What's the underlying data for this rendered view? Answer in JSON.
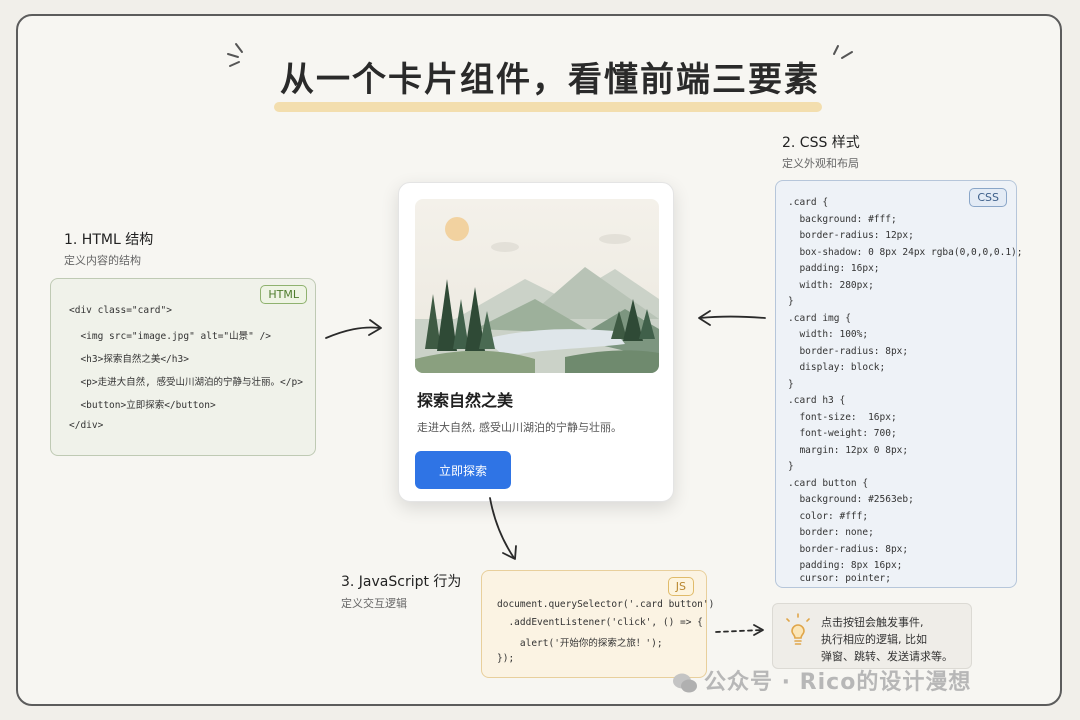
{
  "title": "从一个卡片组件，看懂前端三要素",
  "html_section": {
    "title": "1. HTML 结构",
    "subtitle": "定义内容的结构",
    "badge": "HTML",
    "code": [
      "<div class=\"card\">",
      "  <img src=\"image.jpg\" alt=\"山景\" />",
      "  <h3>探索自然之美</h3>",
      "  <p>走进大自然, 感受山川湖泊的宁静与壮丽。</p>",
      "  <button>立即探索</button>",
      "</div>"
    ]
  },
  "css_section": {
    "title": "2. CSS 样式",
    "subtitle": "定义外观和布局",
    "badge": "CSS",
    "code": [
      ".card {",
      "  background: #fff;",
      "  border-radius: 12px;",
      "  box-shadow: 0 8px 24px rgba(0,0,0,0.1);",
      "  padding: 16px;",
      "  width: 280px;",
      "}",
      ".card img {",
      "  width: 100%;",
      "  border-radius: 8px;",
      "  display: block;",
      "}",
      ".card h3 {",
      "  font-size:  16px;",
      "  font-weight: 700;",
      "  margin: 12px 0 8px;",
      "}",
      ".card button {",
      "  background: #2563eb;",
      "  color: #fff;",
      "  border: none;",
      "  border-radius: 8px;",
      "  padding: 8px 16px;",
      "  cursor: pointer;",
      "}"
    ]
  },
  "js_section": {
    "title": "3. JavaScript 行为",
    "subtitle": "定义交互逻辑",
    "badge": "JS",
    "code": [
      "document.querySelector('.card button')",
      "  .addEventListener('click', () => {",
      "    alert('开始你的探索之旅！');",
      "});"
    ]
  },
  "card": {
    "heading": "探索自然之美",
    "description": "走进大自然, 感受山川湖泊的宁静与壮丽。",
    "button_label": "立即探索"
  },
  "tip": {
    "icon": "lightbulb-icon",
    "lines": [
      "点击按钮会触发事件,",
      "执行相应的逻辑, 比如",
      "弹窗、跳转、发送请求等。"
    ]
  },
  "watermark": "公众号 · Rico的设计漫想",
  "colors": {
    "button": "#2f74e5",
    "html_badge": "#5a8a3a",
    "css_badge": "#3d5f8a",
    "js_badge": "#b8862c"
  }
}
